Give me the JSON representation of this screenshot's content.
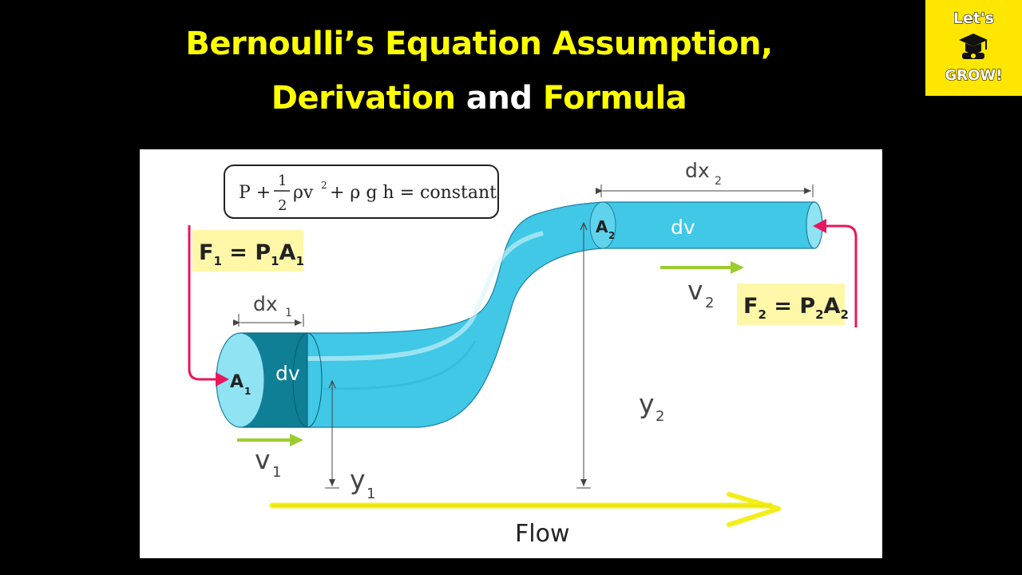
{
  "title": {
    "line1": "Bernoulli’s Equation Assumption,",
    "line2_a": "Derivation",
    "line2_b": "and",
    "line2_c": "Formula"
  },
  "logo": {
    "line1": "Let's",
    "line2": "GROW!",
    "icon": "graduation-cap-icon"
  },
  "colors": {
    "pipe": "#40c8e6",
    "highlight_box": "#fff7a8",
    "force_arrow": "#e8175d",
    "velocity_arrow": "#9ccc2e",
    "flow_arrow": "#f4ee18"
  },
  "equation": {
    "p": "P +",
    "frac_num": "1",
    "frac_den": "2",
    "rho_v": "ρv",
    "sq": "2",
    "rest": "+ ρ g h = constant"
  },
  "labels": {
    "f1_main": "F",
    "f1_sub": "1",
    "f1_eq": " = P",
    "f1_psub": "1",
    "f1_a": "A",
    "f1_asub": "1",
    "f2_main": "F",
    "f2_sub": "2",
    "f2_eq": " = P",
    "f2_psub": "2",
    "f2_a": "A",
    "f2_asub": "2",
    "dx1": "dx",
    "dx1_sub": "1",
    "dx2": "dx",
    "dx2_sub": "2",
    "a1": "A",
    "a1_sub": "1",
    "a2": "A",
    "a2_sub": "2",
    "dv1": "dv",
    "dv2": "dv",
    "v1": "v",
    "v1_sub": "1",
    "v2": "v",
    "v2_sub": "2",
    "y1": "y",
    "y1_sub": "1",
    "y2": "y",
    "y2_sub": "2",
    "flow": "Flow"
  }
}
